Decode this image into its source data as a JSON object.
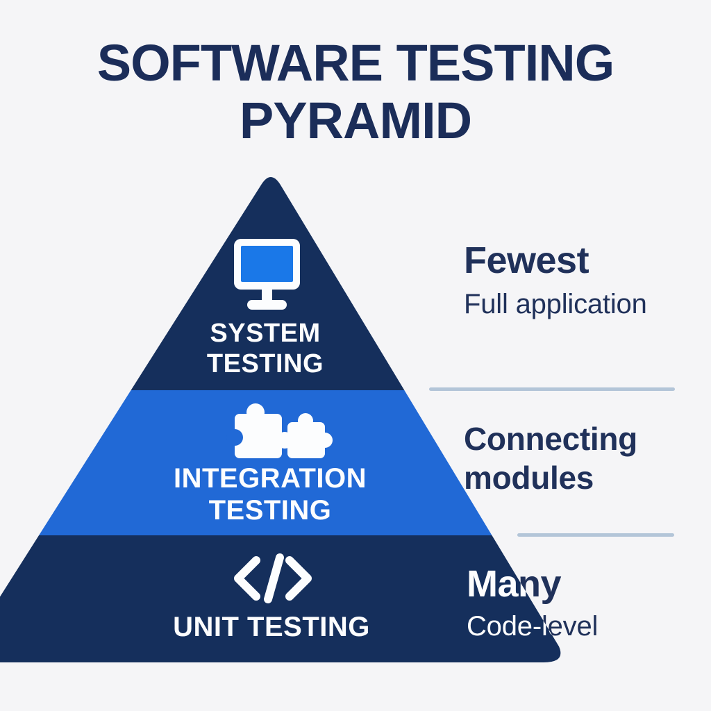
{
  "title": "SOFTWARE TESTING PYRAMID",
  "pyramid": {
    "tiers": [
      {
        "label": "SYSTEM TESTING",
        "icon": "monitor-icon",
        "color": "#152f5c"
      },
      {
        "label": "INTEGRATION TESTING",
        "icon": "puzzle-icon",
        "color": "#2169d6"
      },
      {
        "label": "UNIT TESTING",
        "icon": "code-icon",
        "color": "#152f5c"
      }
    ]
  },
  "annotations": [
    {
      "heading": "Fewest",
      "detail": "Full application"
    },
    {
      "heading": "",
      "detail": "Connecting modules"
    },
    {
      "heading": "Many",
      "detail": "Code-level"
    }
  ],
  "colors": {
    "background": "#f5f5f7",
    "tier_navy": "#152f5c",
    "tier_blue": "#2169d6",
    "screen_blue": "#1a78e8",
    "icon_white": "#fcfdfe",
    "text_navy": "#20315a",
    "title_navy": "#1b2d59",
    "divider": "#b3c5d8"
  }
}
